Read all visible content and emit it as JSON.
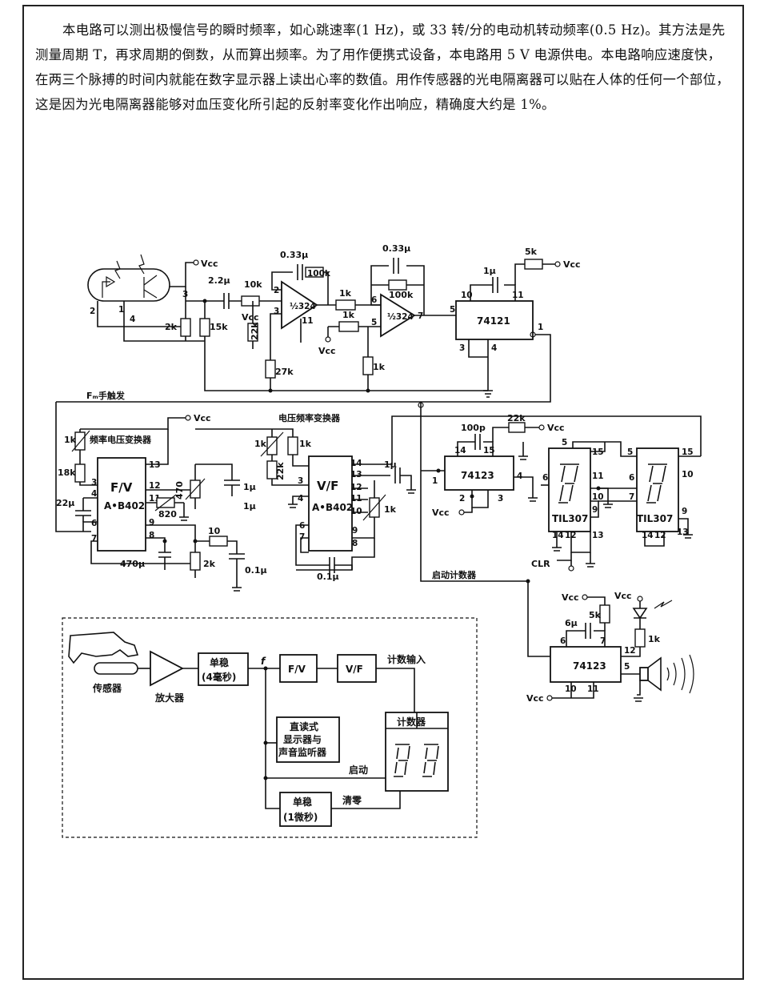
{
  "intro_text": "本电路可以测出极慢信号的瞬时频率，如心跳速率(1 Hz)，或 33 转/分的电动机转动频率(0.5 Hz)。其方法是先测量周期 T，再求周期的倒数，从而算出频率。为了用作便携式设备，本电路用 5 V 电源供电。本电路响应速度快，在两三个脉搏的时间内就能在数字显示器上读出心率的数值。用作传感器的光电隔离器可以贴在人体的任何一个部位，这是因为光电隔离器能够对血压变化所引起的反射率变化作出响应，精确度大约是 1%。",
  "schematic": {
    "vcc": "Vcc",
    "amp_stage": {
      "c_in": "2.2μ",
      "r_in": "10k",
      "r_2k": "2k",
      "r_15k": "15k",
      "r_27k": "27k",
      "r_22k": "22k",
      "c_fb1": "0.33μ",
      "r_fb1": "100k",
      "opamp1": "½324",
      "r_1k_a": "1k",
      "r_1k_b": "1k",
      "r_1k_c": "1k",
      "c_fb2": "0.33μ",
      "r_fb2": "100k",
      "opamp2": "½324",
      "mono1": "74121",
      "mono1_c": "1μ",
      "mono1_r": "5k"
    },
    "fv_section": {
      "title": "频率电压变换器",
      "chip_name": "F/V",
      "chip_part": "A•B402",
      "r_1k": "1k",
      "r_18k": "18k",
      "c_22u": "22μ",
      "r_820": "820",
      "r_470": "470",
      "c_1u_a": "1μ",
      "c_1u_b": "1μ",
      "c_470u": "470μ",
      "r_10": "10",
      "r_2k": "2k",
      "c_01u": "0.1μ",
      "manual_trigger": "Fₘ手触发"
    },
    "vf_section": {
      "title": "电压频率变换器",
      "chip_name": "V/F",
      "chip_part": "A•B402",
      "r_1k_a": "1k",
      "r_1k_b": "1k",
      "r_22k": "22k",
      "c_1u": "1μ",
      "r_1k_c": "1k",
      "c_01u": "0.1μ"
    },
    "counter_section": {
      "mono2": "74123",
      "c_100p": "100p",
      "r_22k": "22k",
      "display1": "TIL307",
      "display2": "TIL307",
      "clr": "CLR",
      "start_counter": "启动计数器"
    },
    "alarm_section": {
      "mono3": "74123",
      "c_6u": "6μ",
      "r_5k": "5k",
      "r_1k": "1k"
    }
  },
  "block_diagram": {
    "sensor": "传感器",
    "amplifier": "放大器",
    "mono_4ms_l1": "单稳",
    "mono_4ms_l2": "(4毫秒)",
    "f_mark": "f",
    "fv": "F/V",
    "vf": "V/F",
    "count_input": "计数输入",
    "counter": "计数器",
    "display_l1": "直读式",
    "display_l2": "显示器与",
    "display_l3": "声音监听器",
    "start": "启动",
    "mono_1us_l1": "单稳",
    "mono_1us_l2": "(1微秒)",
    "clear": "清零"
  }
}
